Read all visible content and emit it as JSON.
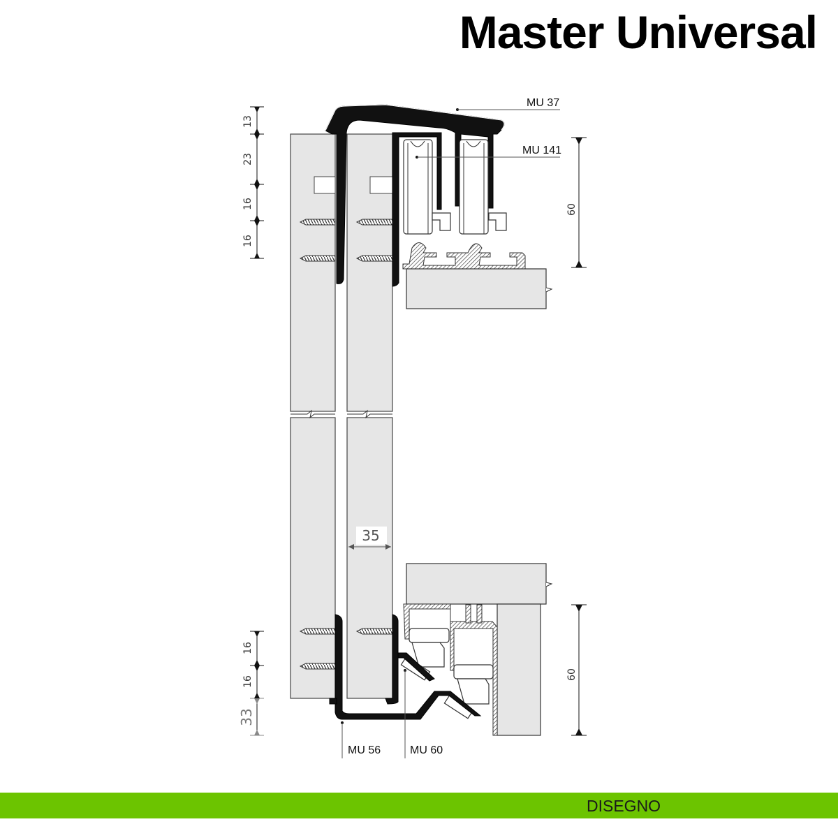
{
  "title": "Master Universal",
  "footer": {
    "label": "DISEGNO",
    "color": "#6cc400"
  },
  "parts": {
    "cap": "MU 37",
    "carriage": "MU 141",
    "bottom_guide": "MU 56",
    "bottom_runner": "MU 60"
  },
  "dimensions": {
    "left_top": [
      "13",
      "23",
      "16",
      "16"
    ],
    "left_bottom": [
      "16",
      "16",
      "33"
    ],
    "right_top": "60",
    "right_bottom": "60",
    "panel_thickness": "35"
  }
}
